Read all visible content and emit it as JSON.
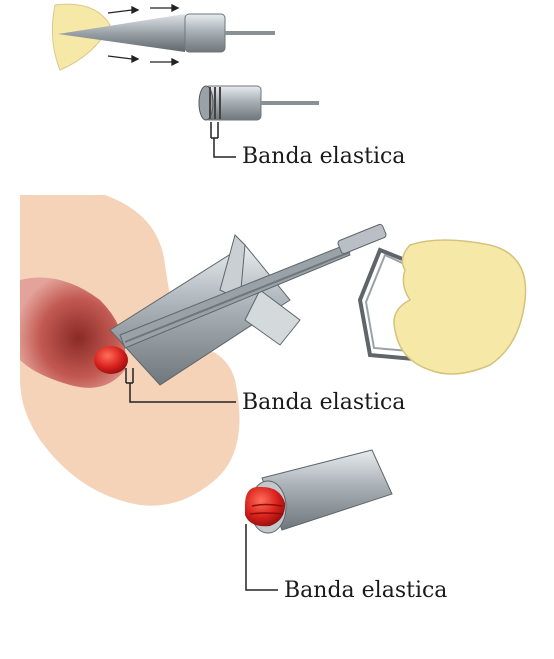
{
  "labels": {
    "band_top": "Banda elastica",
    "band_middle": "Banda elastica",
    "band_bottom": "Banda elastica"
  },
  "colors": {
    "skin": "#f4d3b9",
    "mucosa": "#c9625a",
    "hemorrhoid": "#d8201c",
    "metal": "#b9bfc4",
    "glove": "#f6e9a8",
    "band": "#555555"
  }
}
